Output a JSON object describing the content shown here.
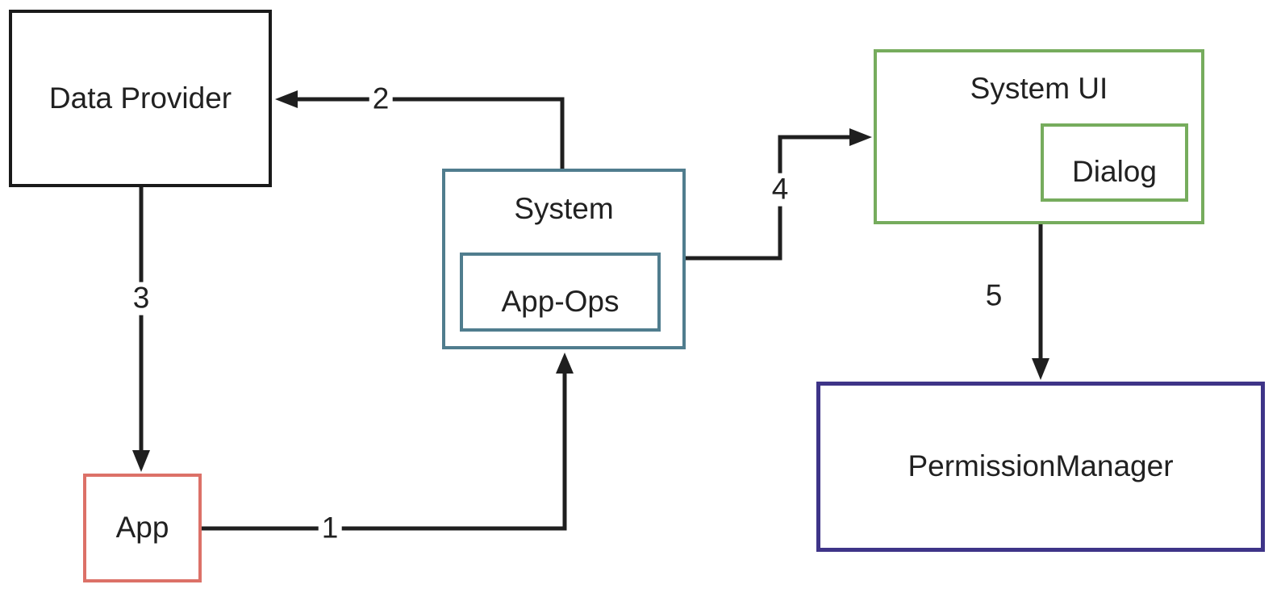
{
  "colors": {
    "line": "#1f1f1f",
    "text": "#212121",
    "background": "#ffffff",
    "data_provider_border": "#1a1a1a",
    "system_border": "#507d8e",
    "system_ui_border": "#76ac5d",
    "app_border": "#dc7168",
    "permission_manager_border": "#3e3488"
  },
  "nodes": {
    "data_provider": {
      "label": "Data Provider",
      "border_color": "#1a1a1a"
    },
    "system": {
      "label": "System",
      "border_color": "#507d8e"
    },
    "app_ops": {
      "label": "App-Ops",
      "border_color": "#507d8e"
    },
    "system_ui": {
      "label": "System UI",
      "border_color": "#76ac5d"
    },
    "dialog": {
      "label": "Dialog",
      "border_color": "#76ac5d"
    },
    "app": {
      "label": "App",
      "border_color": "#dc7168"
    },
    "permission_manager": {
      "label": "PermissionManager",
      "border_color": "#3e3488"
    }
  },
  "edges": [
    {
      "label": "1",
      "from": "App",
      "to": "System"
    },
    {
      "label": "2",
      "from": "System",
      "to": "Data Provider"
    },
    {
      "label": "3",
      "from": "Data Provider",
      "to": "App"
    },
    {
      "label": "4",
      "from": "System",
      "to": "System UI"
    },
    {
      "label": "5",
      "from": "System UI",
      "to": "PermissionManager"
    }
  ]
}
